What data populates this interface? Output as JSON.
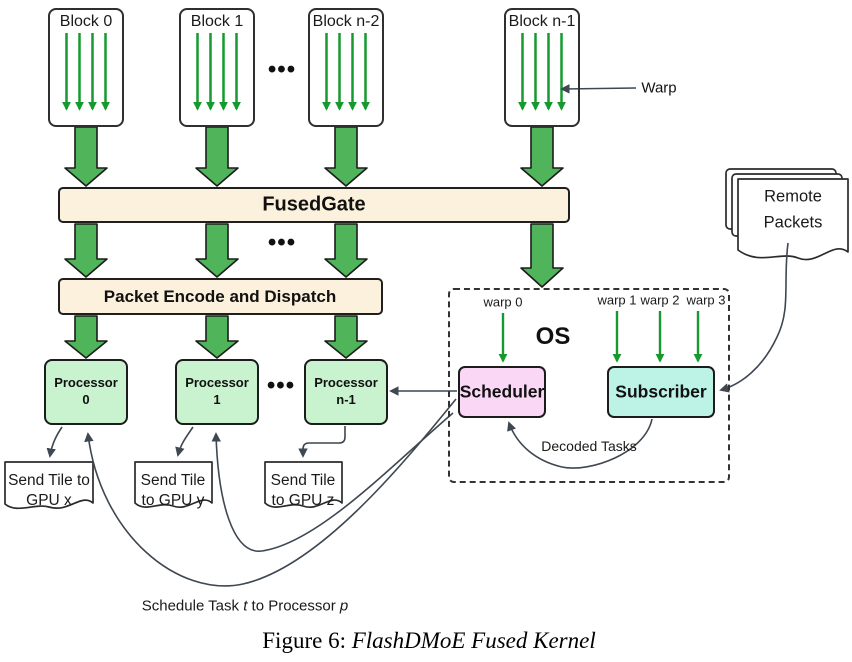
{
  "colors": {
    "big_arrow_green": "#4fb45a",
    "thin_arrow_green": "#169a2f",
    "box_beige": "#fbf1dc",
    "processor_green": "#c9f2cf",
    "scheduler_pink": "#fbd7f6",
    "subscriber_cyan": "#bdf2e6",
    "connector_gray": "#3e4752"
  },
  "blocks": [
    {
      "label": "Block 0"
    },
    {
      "label": "Block 1"
    },
    {
      "label": "Block n-2"
    },
    {
      "label": "Block n-1"
    }
  ],
  "ellipsis": "•••",
  "warp_pointer_label": "Warp",
  "fused_gate_label": "FusedGate",
  "packet_box_label": "Packet Encode and Dispatch",
  "processors": [
    {
      "line1": "Processor",
      "line2": "0"
    },
    {
      "line1": "Processor",
      "line2": "1"
    },
    {
      "line1": "Processor",
      "line2": "n-1"
    }
  ],
  "os": {
    "title": "OS",
    "warps": [
      {
        "label": "warp 0"
      },
      {
        "label": "warp 1"
      },
      {
        "label": "warp 2"
      },
      {
        "label": "warp 3"
      }
    ],
    "scheduler_label": "Scheduler",
    "subscriber_label": "Subscriber",
    "decoded_tasks_label": "Decoded Tasks"
  },
  "remote_packets": {
    "line1": "Remote",
    "line2": "Packets"
  },
  "notes": [
    {
      "line1": "Send Tile to",
      "line2": "GPU x"
    },
    {
      "line1": "Send Tile",
      "line2": "to GPU y"
    },
    {
      "line1": "Send Tile",
      "line2": "to GPU z"
    }
  ],
  "schedule_label": {
    "pre": "Schedule Task ",
    "var1": "t",
    "mid": " to Processor ",
    "var2": "p"
  },
  "caption": {
    "prefix": "Figure 6: ",
    "title": "FlashDMoE Fused Kernel"
  }
}
